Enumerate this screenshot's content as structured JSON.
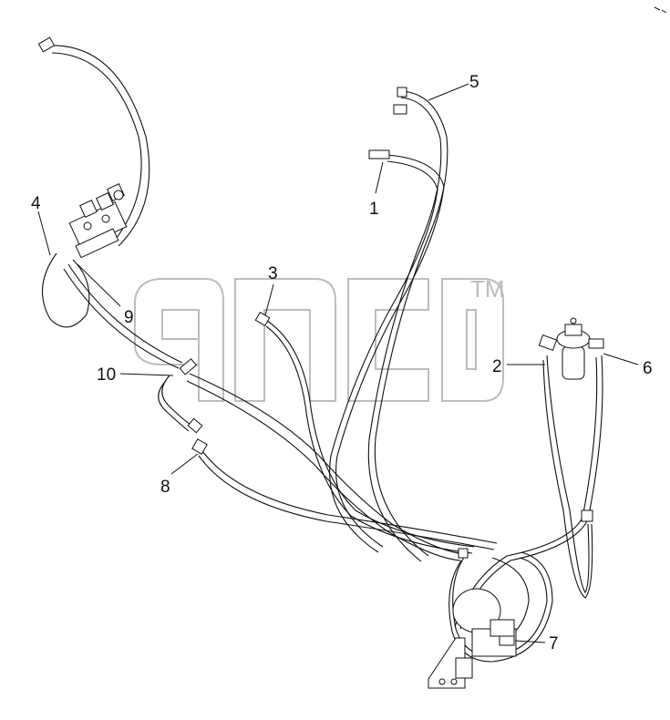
{
  "watermark": {
    "trademark": "TM"
  },
  "callouts": [
    {
      "id": "1",
      "label": "1"
    },
    {
      "id": "2",
      "label": "2"
    },
    {
      "id": "3",
      "label": "3"
    },
    {
      "id": "4",
      "label": "4"
    },
    {
      "id": "5",
      "label": "5"
    },
    {
      "id": "6",
      "label": "6"
    },
    {
      "id": "7",
      "label": "7"
    },
    {
      "id": "8",
      "label": "8"
    },
    {
      "id": "9",
      "label": "9"
    },
    {
      "id": "10",
      "label": "10"
    }
  ],
  "colors": {
    "line": "#111111",
    "watermark": "#bdbdbd",
    "background": "#ffffff"
  }
}
